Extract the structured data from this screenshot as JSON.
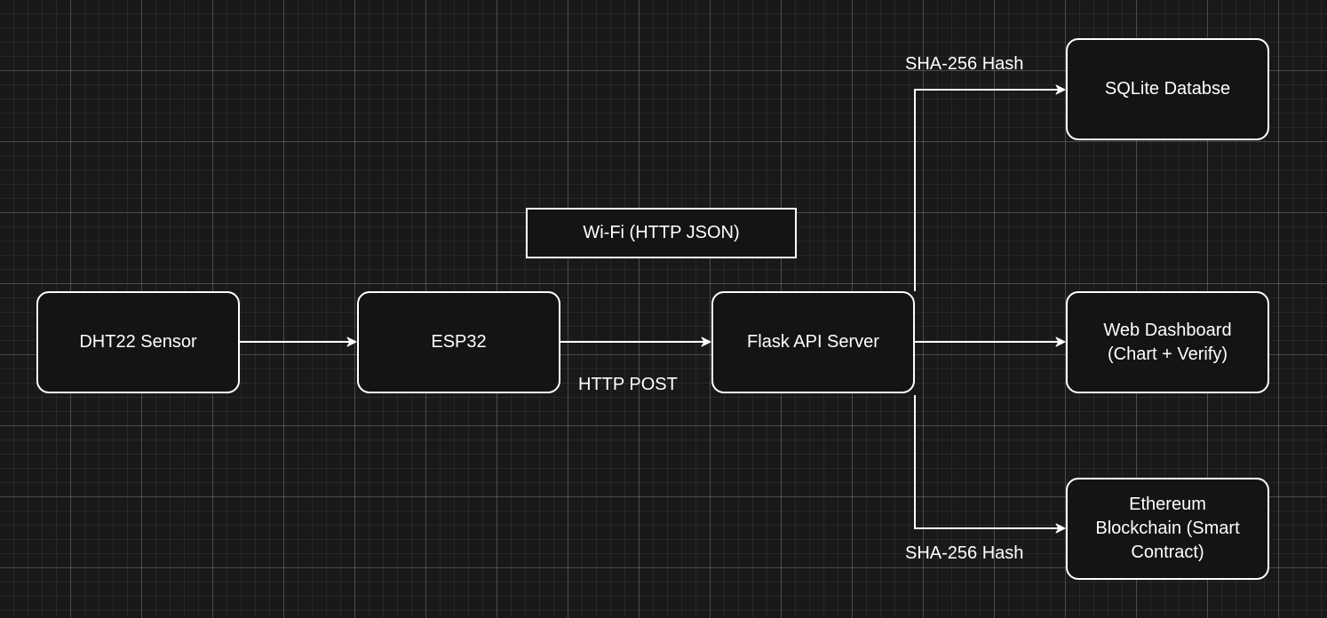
{
  "nodes": {
    "dht22": "DHT22 Sensor",
    "esp32": "ESP32",
    "flask": "Flask API Server",
    "sqlite": "SQLite Databse",
    "dashboard": "Web Dashboard\n(Chart + Verify)",
    "ethereum": "Ethereum\nBlockchain (Smart\nContract)"
  },
  "labels": {
    "wifi": "Wi-Fi (HTTP JSON)",
    "http_post": "HTTP POST",
    "hash_top": "SHA-256 Hash",
    "hash_bottom": "SHA-256 Hash"
  },
  "colors": {
    "background": "#191919",
    "stroke": "#ffffff",
    "text": "#ffffff"
  }
}
